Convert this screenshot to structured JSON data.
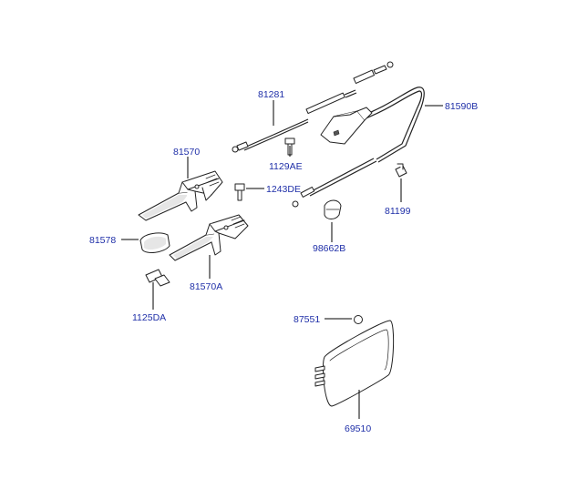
{
  "labels": {
    "p81281": "81281",
    "p81590B": "81590B",
    "p81570": "81570",
    "p1129AE": "1129AE",
    "p1243DE": "1243DE",
    "p81199": "81199",
    "p81578": "81578",
    "p98662B": "98662B",
    "p81570A": "81570A",
    "p1125DA": "1125DA",
    "p87551": "87551",
    "p69510": "69510"
  },
  "colors": {
    "label": "#1f2fa8",
    "line": "#000000"
  }
}
